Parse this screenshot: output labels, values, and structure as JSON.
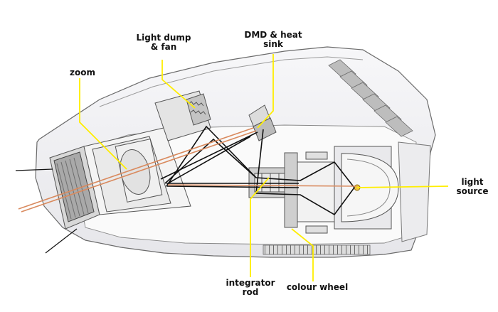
{
  "labels": {
    "light_dump": [
      "Light dump",
      "& fan"
    ],
    "dmd": [
      "DMD & heat",
      "sink"
    ],
    "zoom": "zoom",
    "light_source": [
      "light",
      "source"
    ],
    "integrator": [
      "integrator",
      "rod"
    ],
    "colour_wheel": "colour wheel"
  },
  "colors": {
    "leader": "#ffee00",
    "ray": "#111111",
    "beam": "#d98a5e",
    "outline": "#555555",
    "body_fill": "#f2f2f4"
  }
}
